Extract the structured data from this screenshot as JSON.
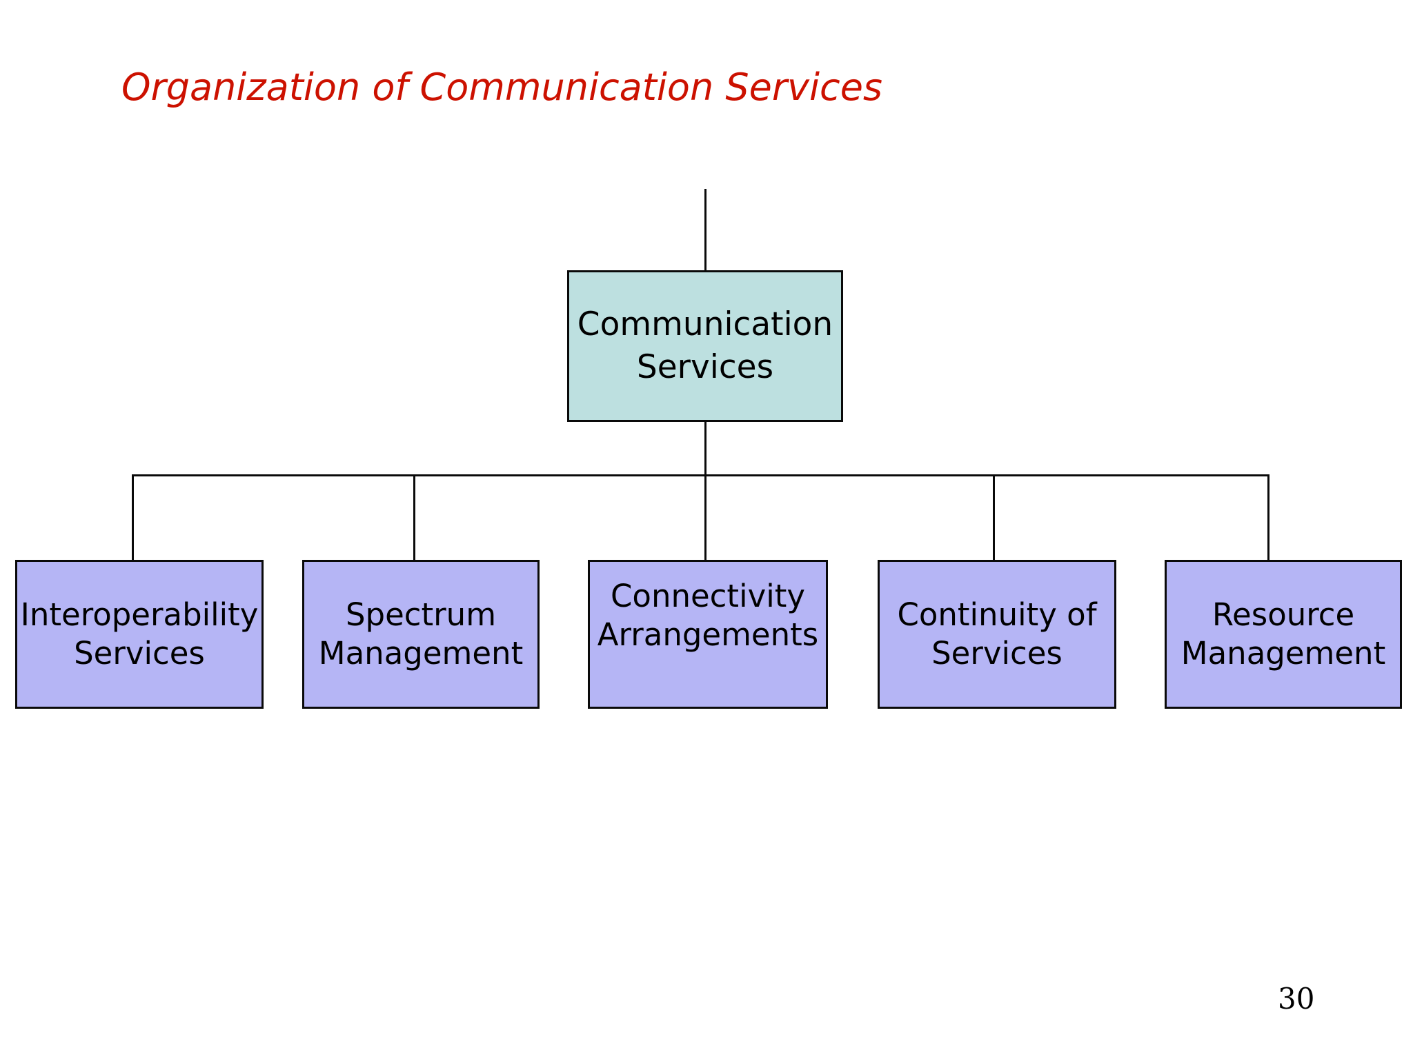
{
  "slide": {
    "title": "Organization of Communication Services",
    "page_number": "30",
    "title_color": "#CC1100",
    "background_color": "#FFFFFF"
  },
  "org_chart": {
    "type": "hierarchy",
    "line_color": "#0A0A0A",
    "root": {
      "id": "communication-services",
      "label": "Communication Services",
      "label_lines": [
        "Communication",
        "Services"
      ],
      "fill_color": "#BDE0E0",
      "border_color": "#0A0A0A"
    },
    "children": [
      {
        "id": "interoperability-services",
        "label": "Interoperability Services",
        "label_lines": [
          "Interoperability",
          "Services"
        ],
        "fill_color": "#B5B5F5",
        "border_color": "#0A0A0A"
      },
      {
        "id": "spectrum-management",
        "label": "Spectrum Management",
        "label_lines": [
          "Spectrum",
          "Management"
        ],
        "fill_color": "#B5B5F5",
        "border_color": "#0A0A0A"
      },
      {
        "id": "connectivity-arrangements",
        "label": "Connectivity Arrangements",
        "label_lines": [
          "Connectivity",
          "Arrangements"
        ],
        "fill_color": "#B5B5F5",
        "border_color": "#0A0A0A"
      },
      {
        "id": "continuity-of-services",
        "label": "Continuity of Services",
        "label_lines": [
          "Continuity of",
          "Services"
        ],
        "fill_color": "#B5B5F5",
        "border_color": "#0A0A0A"
      },
      {
        "id": "resource-management",
        "label": "Resource Management",
        "label_lines": [
          "Resource",
          "Management"
        ],
        "fill_color": "#B5B5F5",
        "border_color": "#0A0A0A"
      }
    ]
  }
}
